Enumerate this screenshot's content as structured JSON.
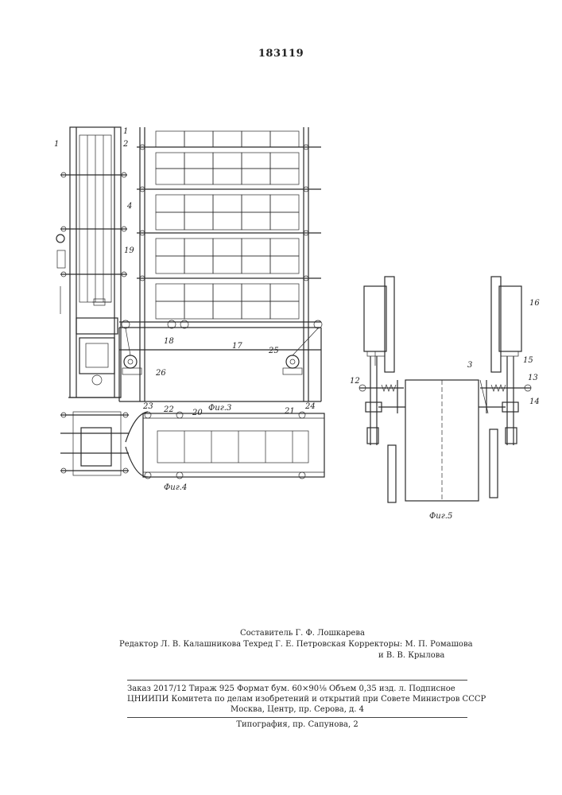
{
  "document": {
    "patent_number": "183119"
  },
  "drawing": {
    "figure_captions": {
      "fig3": "Фиг.3",
      "fig4": "Фиг.4",
      "fig5": "Фиг.5"
    },
    "labels": [
      "1",
      "1",
      "2",
      "4",
      "19",
      "17",
      "18",
      "25",
      "26",
      "23",
      "22",
      "20",
      "21",
      "24",
      "16",
      "15",
      "13",
      "3",
      "12",
      "14"
    ]
  },
  "credits": {
    "compiler": "Составитель Г. Ф. Лошкарева",
    "editor_line": "Редактор Л. В. Калашникова Техред Г. Е. Петровская Корректоры: М. П. Ромашова",
    "editor_line_cont": "и В. В. Крылова"
  },
  "publication": {
    "line1": "Заказ 2017/12 Тираж 925 Формат бум. 60×90⅛ Объем 0,35 изд. л. Подписное",
    "line2": "ЦНИИПИ Комитета по делам изобретений и открытий при Совете Министров СССР",
    "line3": "Москва, Центр, пр. Серова, д. 4",
    "printer": "Типография, пр. Сапунова, 2"
  }
}
